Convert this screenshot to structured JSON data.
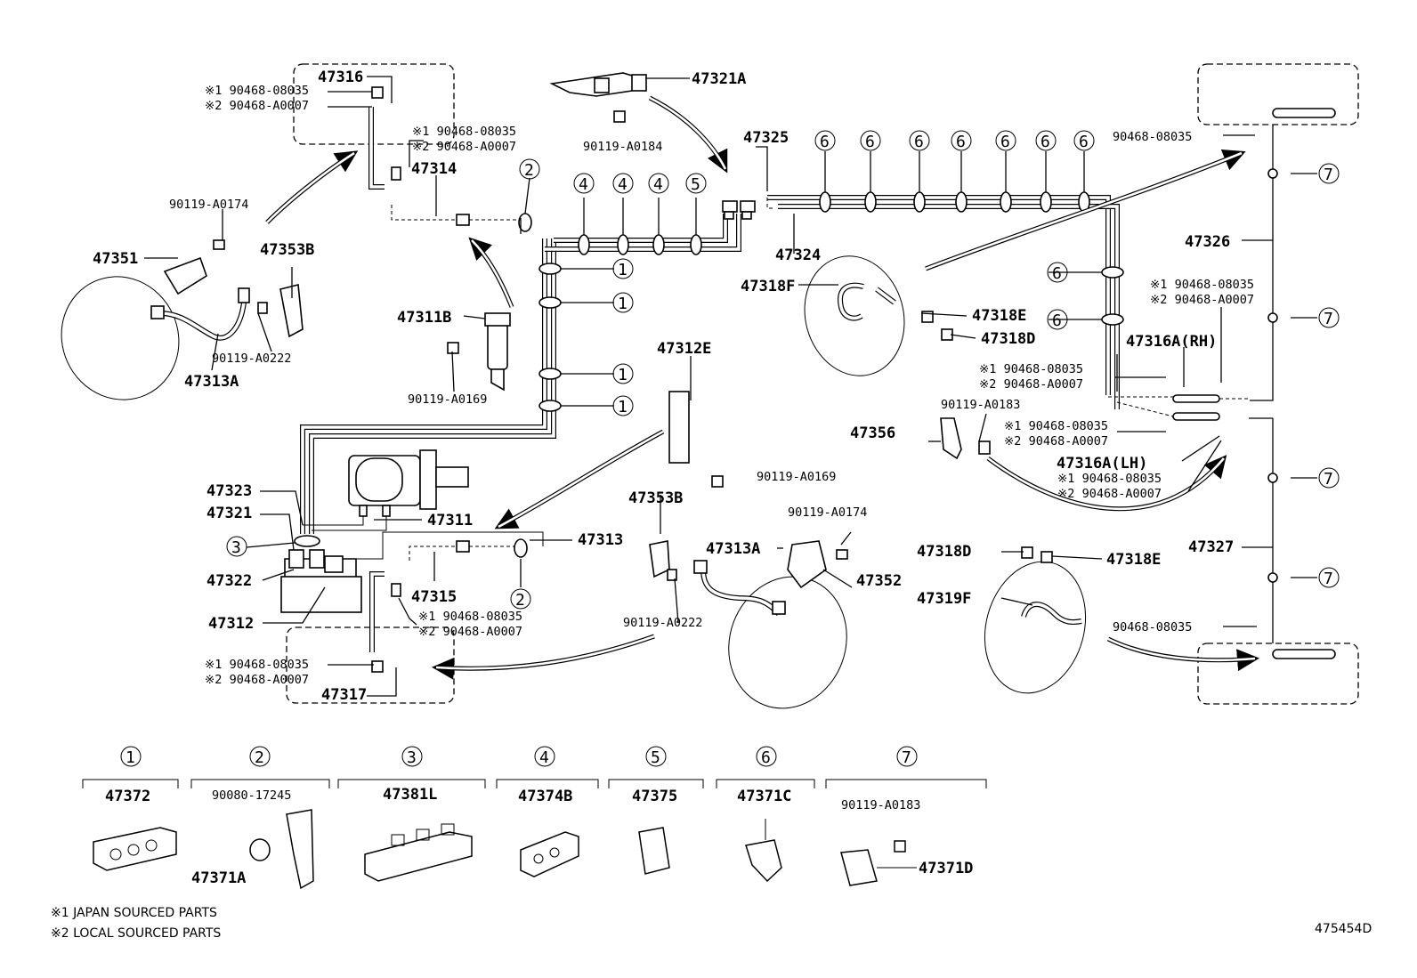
{
  "diagram": {
    "part_labels": [
      "47316",
      "47321A",
      "47325",
      "47314",
      "47324",
      "90119-A0174",
      "47351",
      "47353B",
      "47318F",
      "47318E",
      "47318D",
      "47311B",
      "90119-A0222",
      "47313A",
      "90119-A0169",
      "47312E",
      "47326",
      "47316A(RH)",
      "47356",
      "47316A(LH)",
      "47323",
      "47321",
      "47311",
      "47313",
      "47322",
      "47312",
      "47315",
      "47317",
      "47353B",
      "47313A",
      "47352",
      "90119-A0174",
      "90119-A0222",
      "47318D",
      "47318E",
      "47319F",
      "47327",
      "90119-A0184",
      "90119-A0183",
      "90119-A0169"
    ],
    "clip_refs": [
      "1",
      "2",
      "3",
      "4",
      "5",
      "6",
      "7"
    ],
    "note_pairs": [
      {
        "j": "※1 90468-08035",
        "l": "※2 90468-A0007"
      }
    ],
    "clip_90468": "90468-08035",
    "legend": [
      {
        "num": "1",
        "part": "47372"
      },
      {
        "num": "2",
        "part": "90080-17245",
        "sub": "47371A"
      },
      {
        "num": "3",
        "part": "47381L"
      },
      {
        "num": "4",
        "part": "47374B"
      },
      {
        "num": "5",
        "part": "47375"
      },
      {
        "num": "6",
        "part": "47371C"
      },
      {
        "num": "7",
        "part": "90119-A0183",
        "sub": "47371D"
      }
    ],
    "footnote_1": "※1 JAPAN SOURCED PARTS",
    "footnote_2": "※2 LOCAL SOURCED PARTS",
    "figure_id": "475454D"
  }
}
